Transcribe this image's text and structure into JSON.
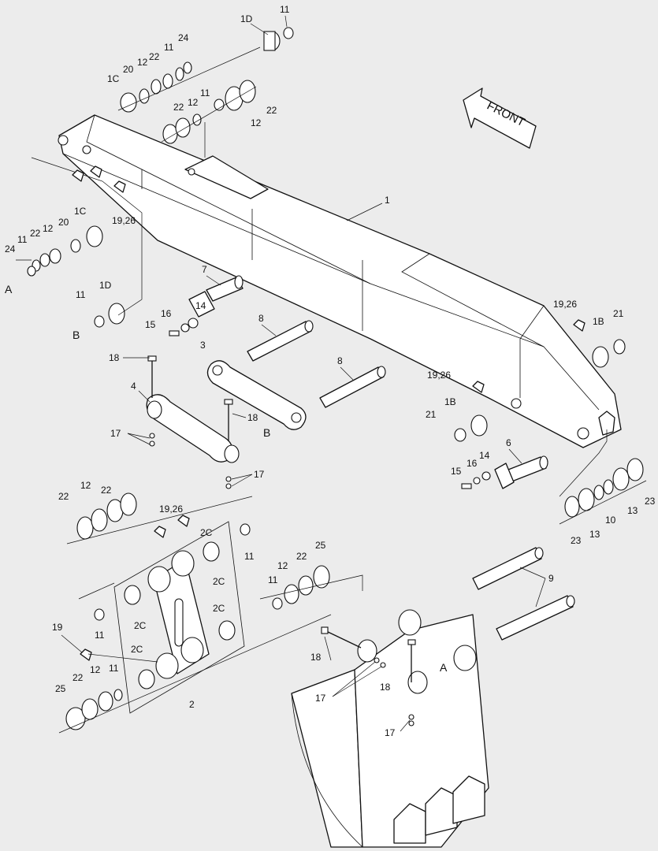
{
  "front_label": "FRONT",
  "labels": [
    {
      "id": "l1",
      "text": "1"
    },
    {
      "id": "l1d_top",
      "text": "1D"
    },
    {
      "id": "l11_top",
      "text": "11"
    },
    {
      "id": "l1c_top",
      "text": "1C"
    },
    {
      "id": "l20_top",
      "text": "20"
    },
    {
      "id": "l12_top1",
      "text": "12"
    },
    {
      "id": "l22_top1",
      "text": "22"
    },
    {
      "id": "l11_top2",
      "text": "11"
    },
    {
      "id": "l24_top",
      "text": "24"
    },
    {
      "id": "l22_top2",
      "text": "22"
    },
    {
      "id": "l12_top2",
      "text": "12"
    },
    {
      "id": "l11_top3",
      "text": "11"
    },
    {
      "id": "l12_top3",
      "text": "12"
    },
    {
      "id": "l22_top3",
      "text": "22"
    },
    {
      "id": "l1926_a",
      "text": "19,26"
    },
    {
      "id": "l1c_left",
      "text": "1C"
    },
    {
      "id": "l20_left",
      "text": "20"
    },
    {
      "id": "l12_left",
      "text": "12"
    },
    {
      "id": "l22_left",
      "text": "22"
    },
    {
      "id": "l11_left",
      "text": "11"
    },
    {
      "id": "l24_left",
      "text": "24"
    },
    {
      "id": "lA_left",
      "text": "A"
    },
    {
      "id": "l1d_left",
      "text": "1D"
    },
    {
      "id": "l11_left2",
      "text": "11"
    },
    {
      "id": "lB_left",
      "text": "B"
    },
    {
      "id": "l7",
      "text": "7"
    },
    {
      "id": "l14",
      "text": "14"
    },
    {
      "id": "l16",
      "text": "16"
    },
    {
      "id": "l15",
      "text": "15"
    },
    {
      "id": "l8a",
      "text": "8"
    },
    {
      "id": "l3",
      "text": "3"
    },
    {
      "id": "l8b",
      "text": "8"
    },
    {
      "id": "l18a",
      "text": "18"
    },
    {
      "id": "l4",
      "text": "4"
    },
    {
      "id": "l18b",
      "text": "18"
    },
    {
      "id": "lB_mid",
      "text": "B"
    },
    {
      "id": "l17a",
      "text": "17"
    },
    {
      "id": "l17b",
      "text": "17"
    },
    {
      "id": "l1926_b",
      "text": "19,26"
    },
    {
      "id": "l1b_top",
      "text": "1B"
    },
    {
      "id": "l21_top",
      "text": "21"
    },
    {
      "id": "l1926_c",
      "text": "19,26"
    },
    {
      "id": "l1b_mid",
      "text": "1B"
    },
    {
      "id": "l21_mid",
      "text": "21"
    },
    {
      "id": "l6",
      "text": "6"
    },
    {
      "id": "l16b",
      "text": "16"
    },
    {
      "id": "l14b",
      "text": "14"
    },
    {
      "id": "l15b",
      "text": "15"
    },
    {
      "id": "l23a",
      "text": "23"
    },
    {
      "id": "l13a",
      "text": "13"
    },
    {
      "id": "l10",
      "text": "10"
    },
    {
      "id": "l13b",
      "text": "13"
    },
    {
      "id": "l23b",
      "text": "23"
    },
    {
      "id": "l22_m1",
      "text": "22"
    },
    {
      "id": "l12_m1",
      "text": "12"
    },
    {
      "id": "l22_m2",
      "text": "22"
    },
    {
      "id": "l1926_d",
      "text": "19,26"
    },
    {
      "id": "l11_m1",
      "text": "11"
    },
    {
      "id": "l2c_a",
      "text": "2C"
    },
    {
      "id": "l2c_b",
      "text": "2C"
    },
    {
      "id": "l2c_c",
      "text": "2C"
    },
    {
      "id": "l2c_d",
      "text": "2C"
    },
    {
      "id": "l2c_e",
      "text": "2C"
    },
    {
      "id": "l11_m2",
      "text": "11"
    },
    {
      "id": "l19",
      "text": "19"
    },
    {
      "id": "l11_m3",
      "text": "11"
    },
    {
      "id": "l12_m2",
      "text": "12"
    },
    {
      "id": "l22_m3",
      "text": "22"
    },
    {
      "id": "l25_a",
      "text": "25"
    },
    {
      "id": "l11_m4",
      "text": "11"
    },
    {
      "id": "l2",
      "text": "2"
    },
    {
      "id": "l25_b",
      "text": "25"
    },
    {
      "id": "l22_b",
      "text": "22"
    },
    {
      "id": "l12_b",
      "text": "12"
    },
    {
      "id": "l11_b",
      "text": "11"
    },
    {
      "id": "l9",
      "text": "9"
    },
    {
      "id": "l18c",
      "text": "18"
    },
    {
      "id": "lA_bot",
      "text": "A"
    },
    {
      "id": "l18d",
      "text": "18"
    },
    {
      "id": "l17c",
      "text": "17"
    },
    {
      "id": "l17d",
      "text": "17"
    }
  ]
}
